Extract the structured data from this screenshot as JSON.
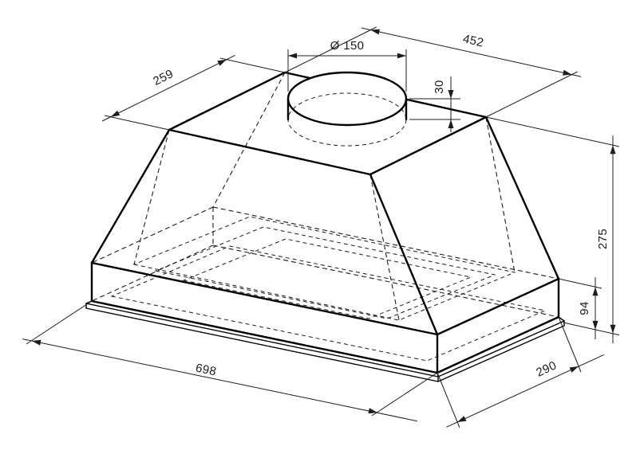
{
  "drawing": {
    "subject": "built-in-cooker-hood-isometric-technical-drawing",
    "dimensions": {
      "top_depth": "259",
      "top_width": "452",
      "duct_diameter": "Ø 150",
      "collar_height": "30",
      "total_height": "275",
      "body_height": "94",
      "base_width": "698",
      "base_depth": "290"
    }
  },
  "colors": {
    "line": "#000000",
    "hidden_line": "#1c1c1c",
    "background": "#ffffff"
  }
}
